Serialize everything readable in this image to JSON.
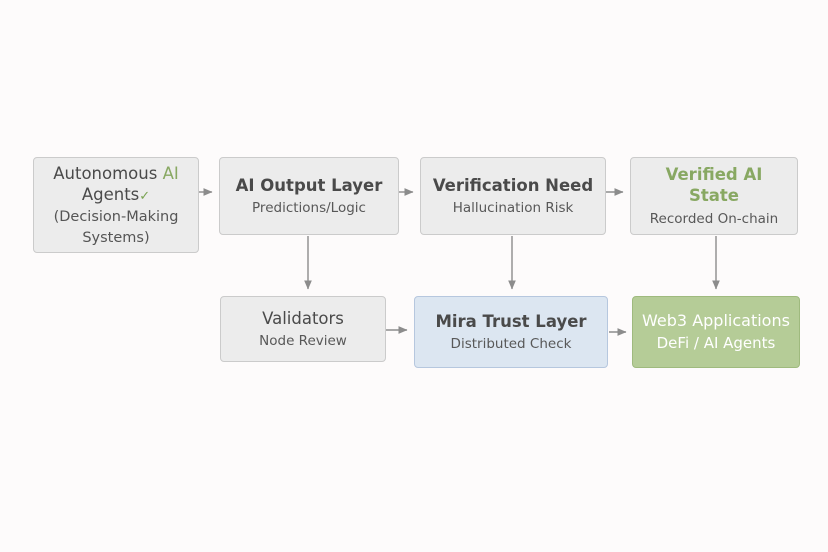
{
  "diagram": {
    "type": "flowchart",
    "background_color": "#fdfbfb",
    "arrow_color": "#8c8c8c",
    "accent_green": "#88a862",
    "nodes": [
      {
        "id": "autonomous-ai-agents",
        "title_pre": "Autonomous ",
        "title_accent": "AI",
        "line2": "Agents",
        "check_glyph": "✓",
        "line3": "(Decision-Making",
        "line4": "Systems)",
        "fill": "#ececec",
        "border": "#cbcbcb"
      },
      {
        "id": "ai-output-layer",
        "title": "AI Output Layer",
        "subtitle": "Predictions/Logic",
        "fill": "#ececec",
        "border": "#cbcbcb"
      },
      {
        "id": "verification-need",
        "title": "Verification Need",
        "subtitle": "Hallucination Risk",
        "fill": "#ececec",
        "border": "#cbcbcb"
      },
      {
        "id": "verified-ai-state",
        "title": "Verified AI State",
        "subtitle": "Recorded On-chain",
        "fill": "#ececec",
        "border": "#cbcbcb",
        "title_color": "#88a862"
      },
      {
        "id": "validators",
        "title": "Validators",
        "subtitle": "Node Review",
        "fill": "#ececec",
        "border": "#cbcbcb"
      },
      {
        "id": "mira-trust-layer",
        "title": "Mira Trust Layer",
        "subtitle": "Distributed Check",
        "fill": "#dce6f1",
        "border": "#b6c7de"
      },
      {
        "id": "web3-applications",
        "title": "Web3 Applications",
        "subtitle": "DeFi / AI Agents",
        "fill": "#b5cc97",
        "border": "#9fba7e",
        "text_color": "#ffffff"
      }
    ],
    "edges": [
      {
        "from": "autonomous-ai-agents",
        "to": "ai-output-layer",
        "direction": "right"
      },
      {
        "from": "ai-output-layer",
        "to": "verification-need",
        "direction": "right"
      },
      {
        "from": "verification-need",
        "to": "verified-ai-state",
        "direction": "right"
      },
      {
        "from": "ai-output-layer",
        "to": "validators",
        "direction": "down"
      },
      {
        "from": "verification-need",
        "to": "mira-trust-layer",
        "direction": "down"
      },
      {
        "from": "verified-ai-state",
        "to": "web3-applications",
        "direction": "down"
      },
      {
        "from": "validators",
        "to": "mira-trust-layer",
        "direction": "right"
      },
      {
        "from": "mira-trust-layer",
        "to": "web3-applications",
        "direction": "right"
      }
    ]
  }
}
